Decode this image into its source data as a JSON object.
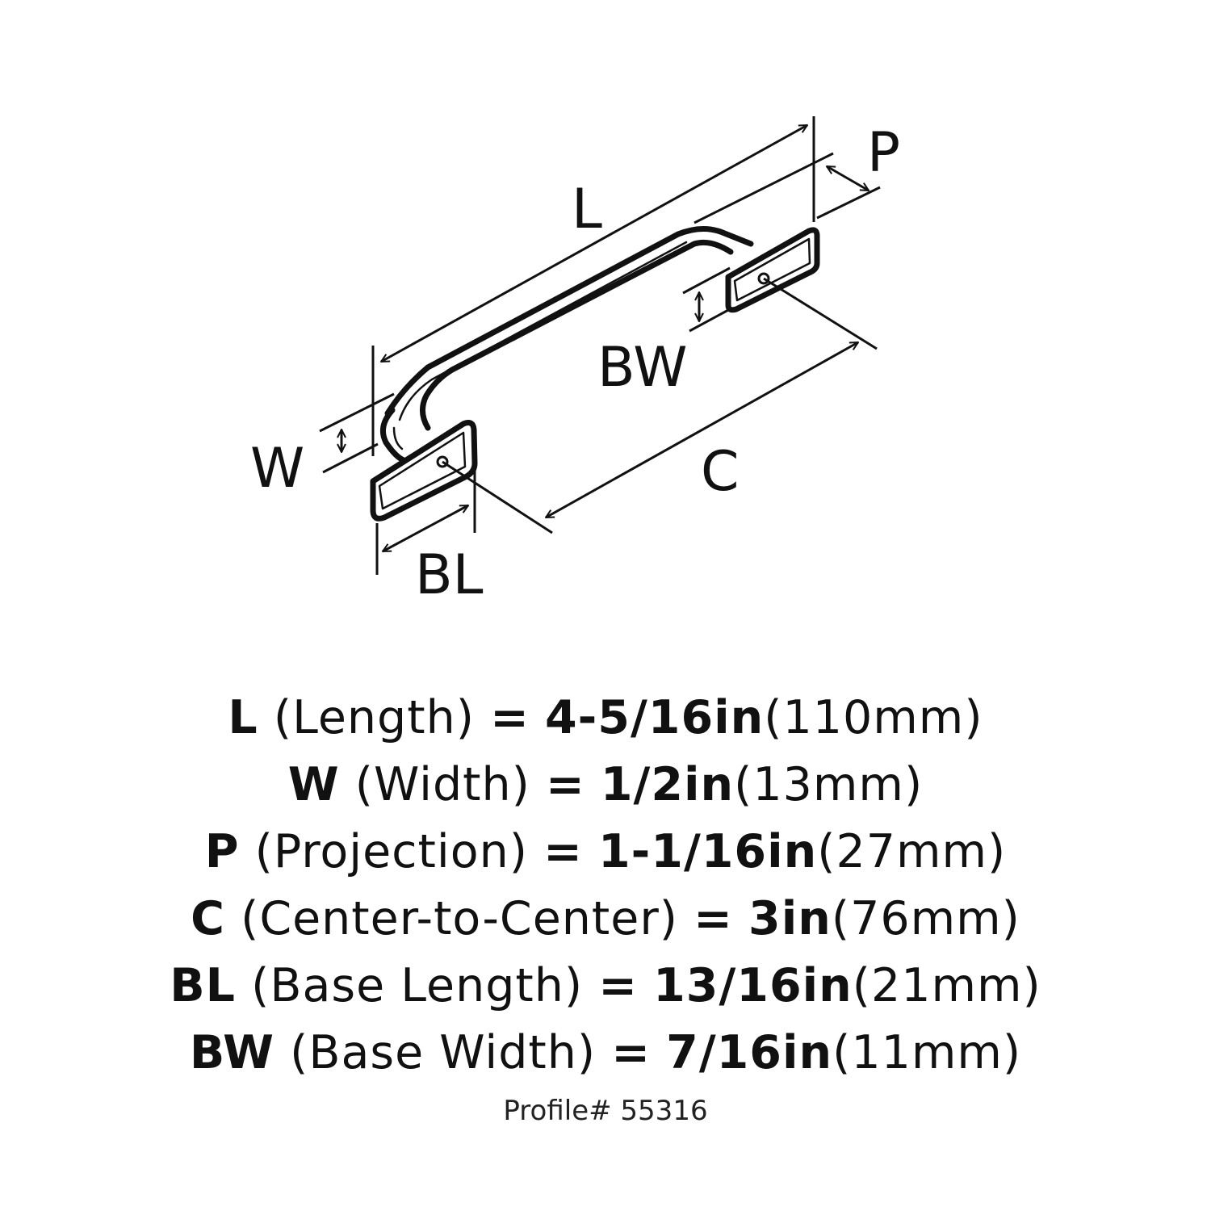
{
  "labels": {
    "length": "L",
    "projection": "P",
    "base_width": "BW",
    "width": "W",
    "center": "C",
    "base_length": "BL"
  },
  "specs": [
    {
      "abbr": "L",
      "desc": "(Length)",
      "eq": "=",
      "imperial": "4-5/16in",
      "metric": "(110mm)"
    },
    {
      "abbr": "W",
      "desc": "(Width)",
      "eq": "=",
      "imperial": "1/2in",
      "metric": "(13mm)"
    },
    {
      "abbr": "P",
      "desc": "(Projection)",
      "eq": "=",
      "imperial": "1-1/16in",
      "metric": "(27mm)"
    },
    {
      "abbr": "C",
      "desc": "(Center-to-Center)",
      "eq": "=",
      "imperial": "3in",
      "metric": "(76mm)"
    },
    {
      "abbr": "BL",
      "desc": "(Base Length)",
      "eq": "=",
      "imperial": "13/16in",
      "metric": "(21mm)"
    },
    {
      "abbr": "BW",
      "desc": "(Base Width)",
      "eq": "=",
      "imperial": "7/16in",
      "metric": "(11mm)"
    }
  ],
  "profile": "Profile# 55316"
}
